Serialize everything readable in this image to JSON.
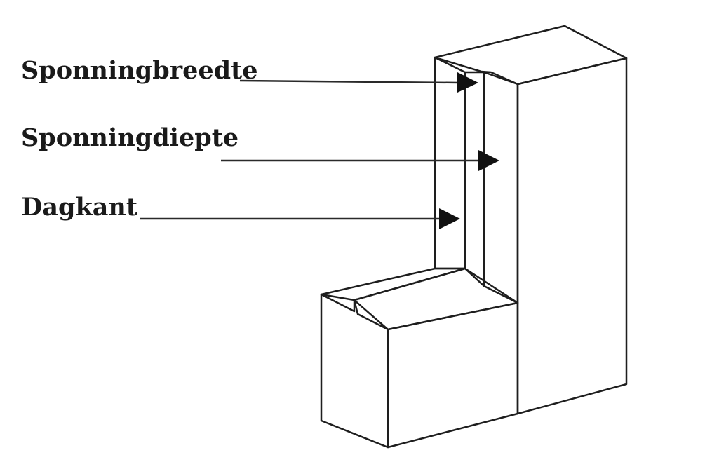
{
  "labels": {
    "sponningbreedte": "Sponningbreedte",
    "sponningdiepte": "Sponningdiepte",
    "dagkant": "Dagkant"
  },
  "colors": {
    "ink": "#1e1e1e",
    "hatch": "#2b2b2b",
    "stipple": "#8a8a8a",
    "background": "#ffffff"
  }
}
